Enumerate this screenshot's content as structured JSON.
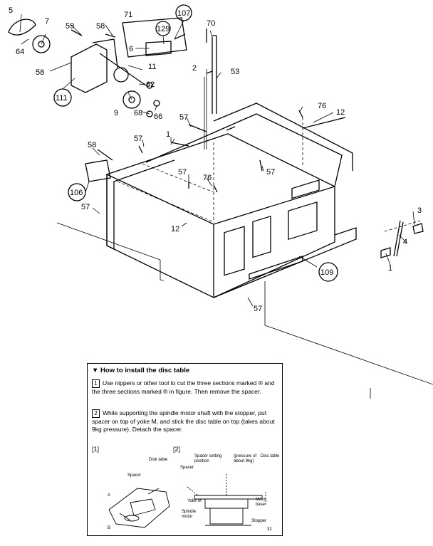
{
  "part_labels": {
    "p5": "5",
    "p7": "7",
    "p64": "64",
    "p58a": "58",
    "p59": "59",
    "p58b": "58",
    "p71": "71",
    "p107": "107",
    "p129": "129",
    "p6": "6",
    "p70": "70",
    "p11": "11",
    "p62": "62",
    "p111": "111",
    "p9": "9",
    "p68": "68",
    "p66": "66",
    "p2": "2",
    "p53": "53",
    "p57a": "57",
    "p76a": "76",
    "p12a": "12",
    "p57b": "57",
    "p1a": "1",
    "p58c": "58",
    "p57c": "57",
    "p57d": "57",
    "p76b": "76",
    "p106": "106",
    "p57e": "57",
    "p12b": "12",
    "p3": "3",
    "p4": "4",
    "p1b": "1",
    "p109": "109",
    "p57f": "57"
  },
  "howto": {
    "title": "▼ How to install the disc table",
    "step1_num": "1",
    "step1_text": "Use nippers or other tool to cut the three sections marked ® and the three sections marked ® in figure. Then remove the spacer.",
    "step2_num": "2",
    "step2_text": "While supporting the spindle motor shaft with the stopper, put spacer on top of yoke M, and stick the disc table on top (takes about 9kg pressure). Detach the spacer.",
    "fig1_label": "1",
    "fig2_label": "2",
    "fig1_callouts": {
      "disc_table": "Disk table",
      "spacer": "Spacer",
      "a": "A",
      "b": "B"
    },
    "fig2_callouts": {
      "spacer_setting": "Spacer setting position",
      "pressure": "(pressure of about 9kg)",
      "disc_table": "Disc table",
      "spacer": "Spacer",
      "yoke": "Yoke M",
      "motor_base": "Motor base",
      "spindle_motor": "Spindle motor",
      "stopper": "Stopper"
    },
    "page_code": "32"
  }
}
